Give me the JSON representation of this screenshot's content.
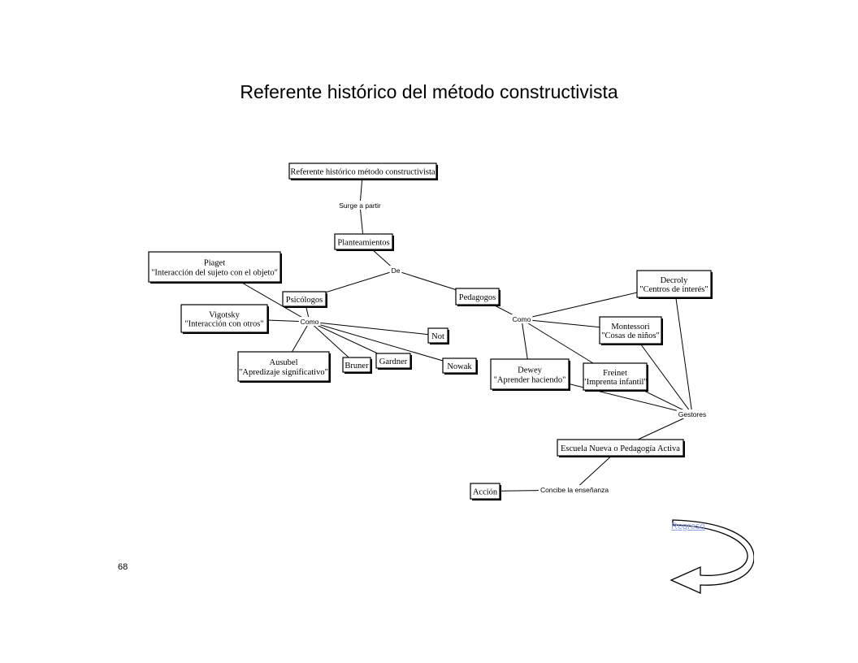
{
  "page": {
    "title": "Referente histórico del método constructivista",
    "page_number": "68",
    "back_link": "Regreso"
  },
  "diagram": {
    "nodes": {
      "root": [
        "Referente histórico método constructivista"
      ],
      "planteamientos": [
        "Planteamientos"
      ],
      "psicologos": [
        "Psicólogos"
      ],
      "pedagogos": [
        "Pedagogos"
      ],
      "piaget": [
        "Piaget",
        "\"Interacción del sujeto con el objeto\""
      ],
      "vigotsky": [
        "Vigotsky",
        "\"Interacción con otros\""
      ],
      "ausubel": [
        "Ausubel",
        "\"Apredizaje significativo\""
      ],
      "bruner": [
        "Bruner"
      ],
      "gardner": [
        "Gardner"
      ],
      "not": [
        "Not"
      ],
      "nowak": [
        "Nowak"
      ],
      "decroly": [
        "Decroly",
        "\"Centros de interés\""
      ],
      "montessori": [
        "Montessori",
        "\"Cosas de niños\""
      ],
      "freinet": [
        "Freinet",
        "\"Imprenta infantil\""
      ],
      "dewey": [
        "Dewey",
        "\"Aprender haciendo\""
      ],
      "escuela": [
        "Escuela Nueva o Pedagogía Activa"
      ],
      "accion": [
        "Acción"
      ]
    },
    "links": {
      "surge": "Surge a partir",
      "de": "De",
      "como_psic": "Como",
      "como_ped": "Como",
      "gestores": "Gestores",
      "concibe": "Concibe la enseñanza"
    }
  }
}
